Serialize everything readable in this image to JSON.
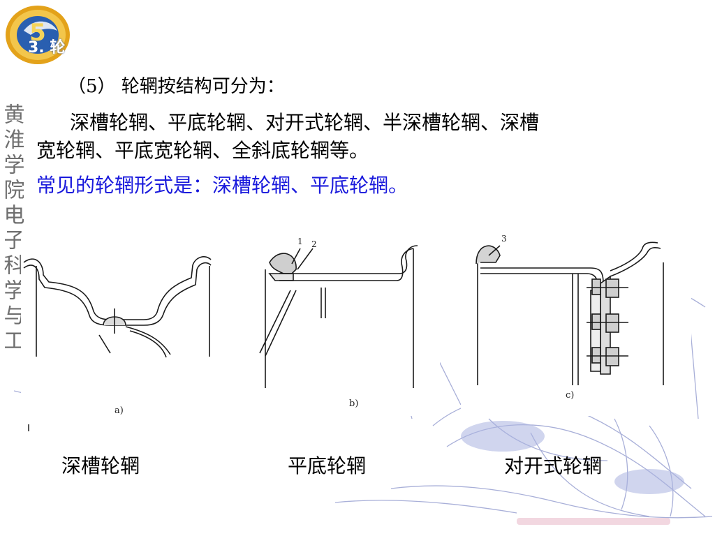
{
  "header": {
    "logo_text": "5",
    "title_fragment": "3. 轮"
  },
  "sidebar": {
    "brand_text": "黄淮学院电子科学与工程系"
  },
  "content": {
    "subtitle": "（5） 轮辋按结构可分为：",
    "list_line1": "深槽轮辋、平底轮辋、对开式轮辋、半深槽轮辋、深槽",
    "list_line2": "宽轮辋、平底宽轮辋、全斜底轮辋等。",
    "highlight": "常见的轮辋形式是：深槽轮辋、平底轮辋。"
  },
  "figures": [
    {
      "letter": "a)",
      "caption": "深槽轮辋"
    },
    {
      "letter": "b)",
      "caption": "平底轮辋",
      "callouts": [
        "1",
        "2"
      ]
    },
    {
      "letter": "c)",
      "caption": "对开式轮辋",
      "callouts": [
        "3"
      ]
    }
  ],
  "colors": {
    "highlight_text": "#1a1adc",
    "logo_gold": "#e3a21a",
    "logo_blue": "#2a5fb0",
    "sketch_blue": "#7a86c8"
  }
}
